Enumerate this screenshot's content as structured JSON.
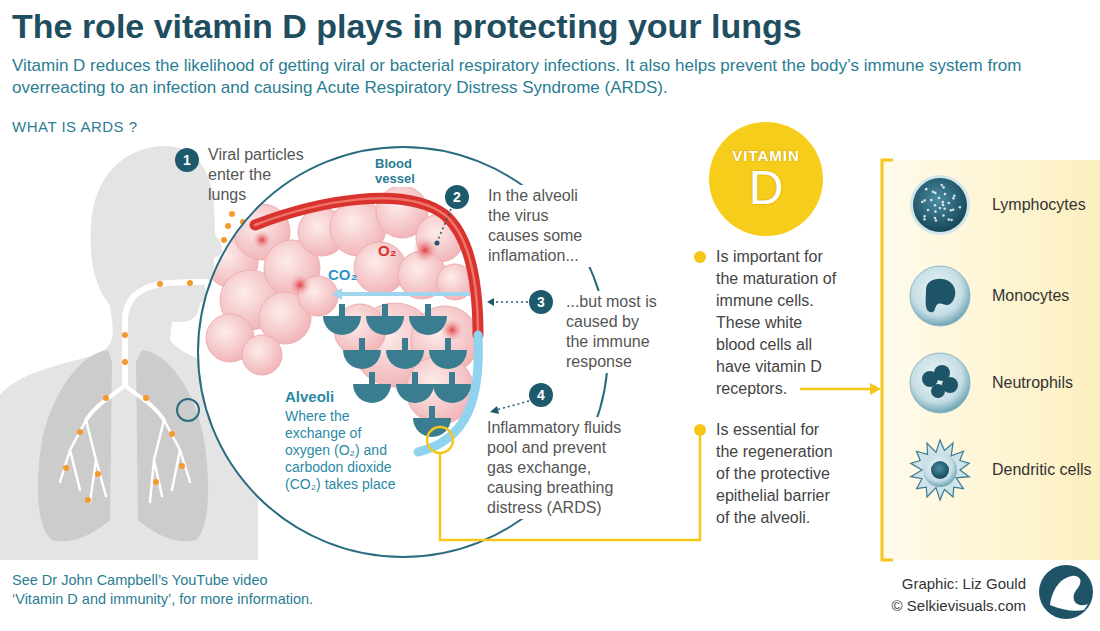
{
  "diagram": {
    "title": "The role vitamin D plays in protecting your lungs",
    "nodes": [
      {
        "text": [
          "VITAMIN",
          "D"
        ]
      },
      {
        "text": [
          "Lymphocytes"
        ]
      },
      {
        "text": [
          "Monocytes"
        ]
      },
      {
        "text": [
          "Neutrophils"
        ]
      },
      {
        "text": [
          "Dendritic cells"
        ]
      }
    ],
    "labels": [
      "Vitamin D reduces the likelihood of getting viral or bacterial respiratory infections. It also helps prevent the body’s immune system from overreacting to an infection and causing Acute Respiratory Distress Syndrome (ARDS).",
      "WHAT IS ARDS ?",
      "1",
      "Viral particles enter the lungs",
      "Blood vessel",
      "2",
      "In the alveoli the virus causes some inflamation...",
      "O₂",
      "CO₂",
      "3",
      "...but most is caused by the immune response",
      "Alveoli",
      "Where the exchange of oxygen (O₂) and carbodon dioxide (CO₂) takes place",
      "4",
      "Inflammatory fluids pool and prevent gas exchange, causing breathing distress (ARDS)",
      "Is important for the maturation of immune cells. These white blood cells all have vitamin D receptors.",
      "Is essential for the regeneration of the protective epithelial barrier of the alveoli.",
      "See Dr John Campbell’s YouTube video ‘Vitamin D and immunity’, for more information.",
      "Graphic: Liz Gould",
      "© Selkievisuals.com"
    ]
  }
}
